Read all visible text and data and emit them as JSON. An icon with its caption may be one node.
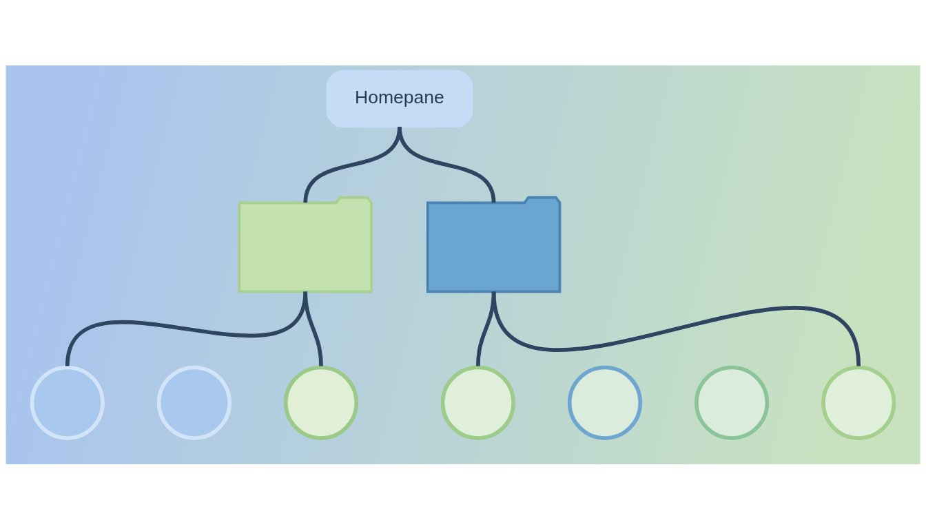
{
  "diagram": {
    "nodes": [
      {
        "text": [
          "Homepane"
        ]
      },
      {
        "text": [],
        "shape": "folder"
      },
      {
        "text": [],
        "shape": "folder"
      },
      {
        "text": [],
        "shape": "circle"
      },
      {
        "text": [],
        "shape": "circle"
      },
      {
        "text": [],
        "shape": "circle"
      },
      {
        "text": [],
        "shape": "circle"
      },
      {
        "text": [],
        "shape": "circle"
      },
      {
        "text": [],
        "shape": "circle"
      },
      {
        "text": [],
        "shape": "circle"
      }
    ],
    "edges": [
      {
        "from": 0,
        "to": 1,
        "arrow": "none"
      },
      {
        "from": 0,
        "to": 2,
        "arrow": "none"
      },
      {
        "from": 1,
        "to": 3,
        "arrow": "none"
      },
      {
        "from": 1,
        "to": 5,
        "arrow": "none"
      },
      {
        "from": 2,
        "to": 6,
        "arrow": "none"
      },
      {
        "from": 2,
        "to": 9,
        "arrow": "none"
      }
    ]
  }
}
